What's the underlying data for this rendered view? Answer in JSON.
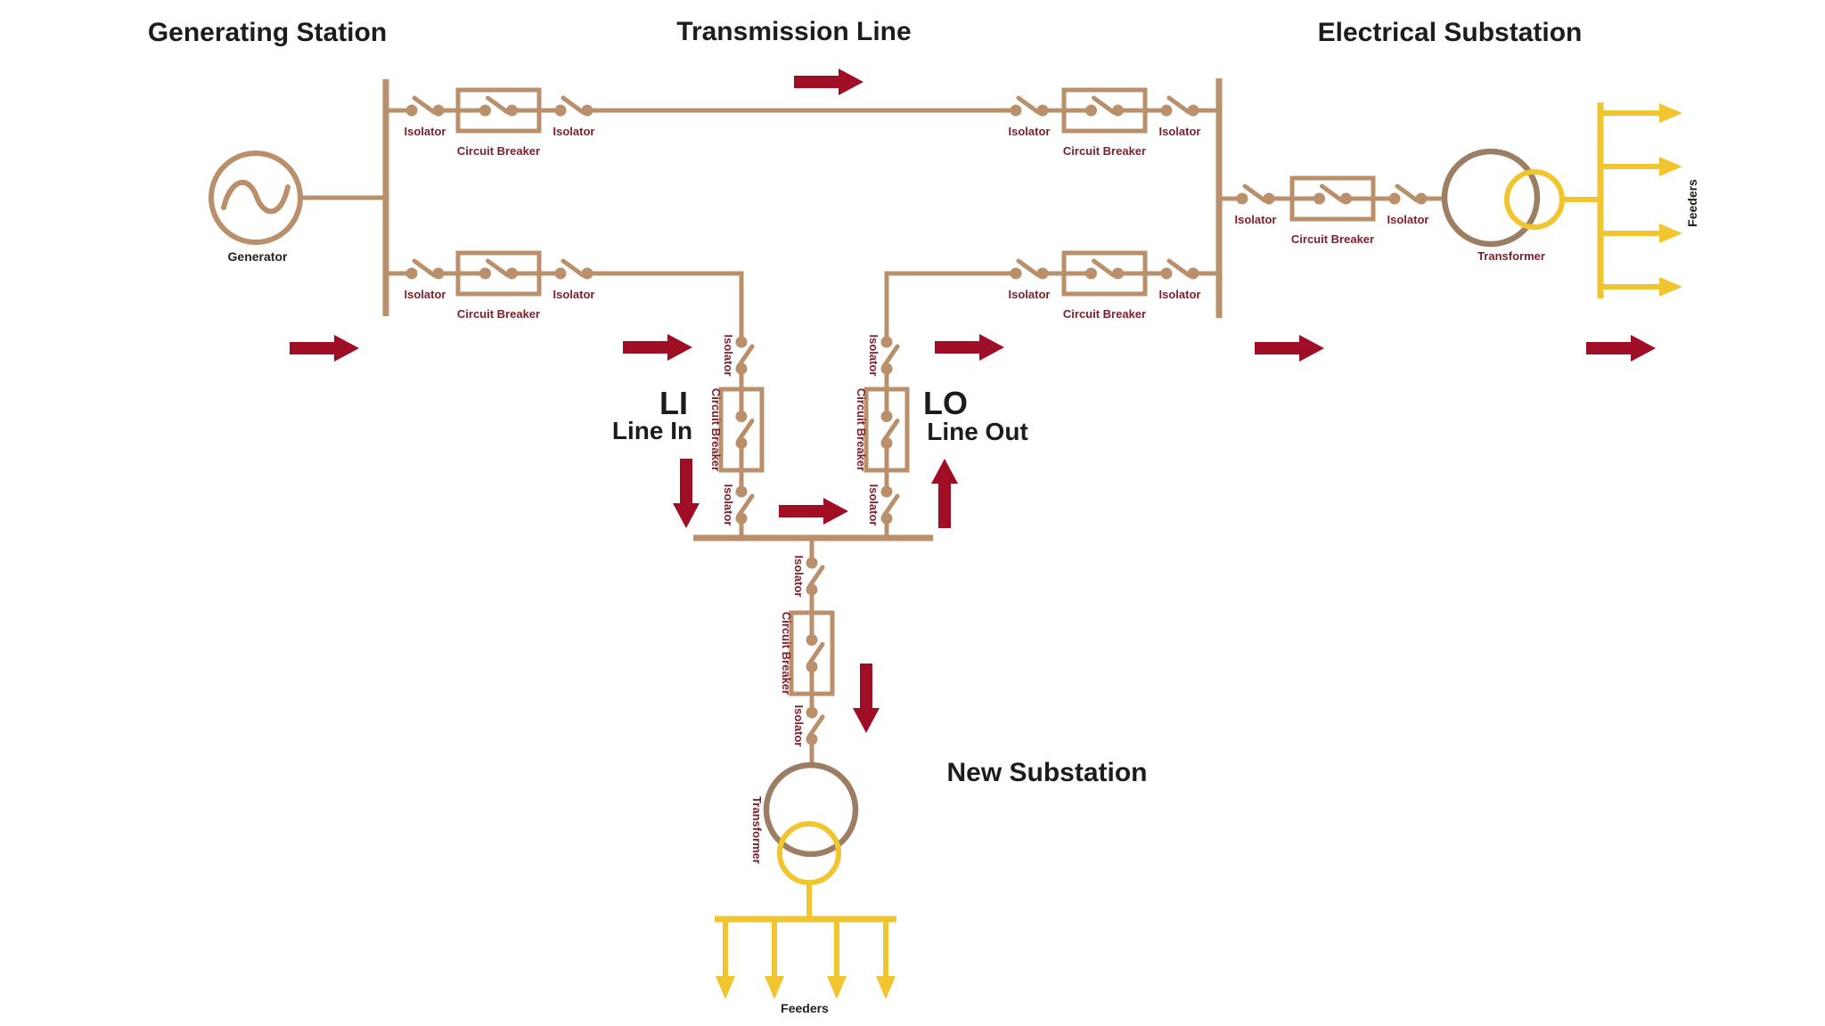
{
  "titles": {
    "generating_station": "Generating Station",
    "transmission_line": "Transmission Line",
    "electrical_substation": "Electrical Substation",
    "new_substation": "New Substation"
  },
  "line_in": {
    "code": "LI",
    "label": "Line In"
  },
  "line_out": {
    "code": "LO",
    "label": "Line Out"
  },
  "component_labels": {
    "isolator": "Isolator",
    "circuit_breaker": "Circuit Breaker",
    "generator": "Generator",
    "transformer": "Transformer",
    "feeders": "Feeders"
  },
  "colors": {
    "line_tan": "#B9906B",
    "transformer_primary_brown": "#9C7E64",
    "component_label_maroon": "#7C1F2D",
    "flow_arrow_red": "#9F0E24",
    "feeder_yellow": "#F1C52F",
    "title_text": "#1C1C1C"
  },
  "counts": {
    "flow_arrows": 10,
    "feeder_arrows_right": 4,
    "feeder_arrows_bottom": 4,
    "transformers": 2,
    "circuit_breakers": 8,
    "isolators": 16
  }
}
